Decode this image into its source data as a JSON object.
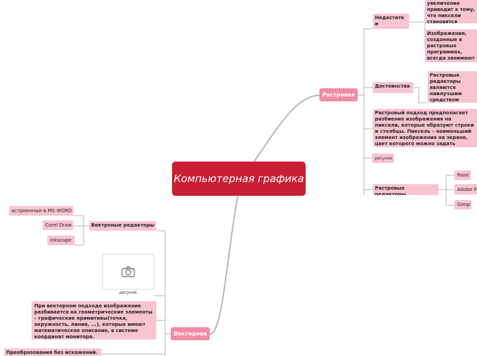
{
  "root": {
    "title": "Компьютерная графика"
  },
  "raster": {
    "label": "Растровая",
    "drawbacks_label": "Недостатк и",
    "drawbacks_item_1": "увеличение приводит к тому, что пиксели становятся крупнее и заметнее, это искажает иллюстрацию; это явление называется пикселизацией.",
    "drawbacks_item_2": "Изображения, созданные в растровых программах, всегда занимают много памяти. По этой причине в файлах растровое изображение, как правило, в сжатом виде.",
    "advantages_label": "Достоинства",
    "advantages_item_1": "Растровые редакторы являются наилучшим средством обработки фотографий и рисунков, поскольку обеспечивают высокую точность передачи градаций цветов.",
    "description": "Растровый подход предполагает разбиение изображения на пиксели, которые образуют строки и столбцы. Пиксель – наименьший элемент изображения на экране, цвет которого можно задать независимым образом.",
    "picture_label": "рисунок",
    "editors_label": "Растровые редакторы",
    "editors": [
      "Paint",
      "Adobe Photoshop",
      "Gimp"
    ]
  },
  "vector": {
    "label": "Векторная",
    "editors_label": "Вектроные редакторы",
    "editors": [
      "встроенные в MS WORD",
      "Corel Draw",
      "Inkscape"
    ],
    "picture_caption": "рисунок",
    "description": "При векторном подходе изображение разбивается на геометрические элементы – графические примитивы(точка, окружность, линия, ...), которые имеют математическое описание, в системе координат монитора.",
    "advantage": "Преобразования без искажений."
  },
  "icons": {
    "photo": "camera-icon"
  },
  "colors": {
    "root": "#c81e33",
    "branch": "#f08aa6",
    "topic": "#f9c4d2",
    "line": "#b5b5b5"
  }
}
